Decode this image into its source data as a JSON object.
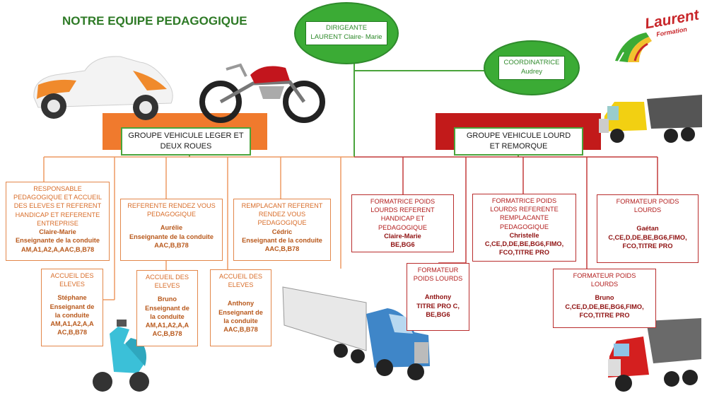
{
  "title": "NOTRE EQUIPE PEDAGOGIQUE",
  "dirigeante": {
    "role": "DIRIGEANTE",
    "name": "LAURENT Claire- Marie"
  },
  "coordinatrice": {
    "role": "COORDINATRICE",
    "name": "Audrey"
  },
  "logo": {
    "word": "Laurent",
    "sub": "Formation"
  },
  "groups": {
    "leger": {
      "line1": "GROUPE VEHICULE LEGER ET",
      "line2": "DEUX ROUES"
    },
    "lourd": {
      "line1": "GROUPE VEHICULE LOURD",
      "line2": "ET REMORQUE"
    }
  },
  "colors": {
    "orange": "#f07a2d",
    "red": "#c21a1a",
    "green": "#3bab35"
  },
  "cards": {
    "resp": {
      "l1": "RESPONSABLE",
      "l2": "PEDAGOGIQUE ET ACCUEIL",
      "l3": "DES ELEVES ET REFERENT",
      "l4": "HANDICAP ET REFERENTE",
      "l5": "ENTREPRISE",
      "name": "Claire-Marie",
      "job": "Enseignante de la conduite",
      "perm": "AM,A1,A2,A,AAC,B,B78"
    },
    "rdv": {
      "l1": "REFERENTE RENDEZ VOUS",
      "l2": "PEDAGOGIQUE",
      "name": "Aurélie",
      "job": "Enseignante de la conduite",
      "perm": "AAC,B,B78"
    },
    "remp": {
      "l1": "REMPLACANT REFERENT",
      "l2": "RENDEZ VOUS",
      "l3": "PEDAGOGIQUE",
      "name": "Cédric",
      "job": "Enseignant de la conduite",
      "perm": "AAC,B,B78"
    },
    "acc1": {
      "l1": "ACCUEIL DES",
      "l2": "ELEVES",
      "name": "Stéphane",
      "j1": "Enseignant de",
      "j2": "la conduite",
      "p1": "AM,A1,A2,A,A",
      "p2": "AC,B,B78"
    },
    "acc2": {
      "l1": "ACCUEIL DES",
      "l2": "ELEVES",
      "name": "Bruno",
      "j1": "Enseignant de",
      "j2": "la conduite",
      "p1": "AM,A1,A2,A,A",
      "p2": "AC,B,B78"
    },
    "acc3": {
      "l1": "ACCUEIL DES",
      "l2": "ELEVES",
      "name": "Anthony",
      "j1": "Enseignant de",
      "j2": "la conduite",
      "perm": "AAC,B,B78"
    },
    "fpl1": {
      "l1": "FORMATRICE POIDS",
      "l2": "LOURDS REFERENT",
      "l3": "HANDICAP ET",
      "l4": "PEDAGOGIQUE",
      "name": "Claire-Marie",
      "perm": "BE,BG6"
    },
    "fpl2": {
      "l1": "FORMATRICE POIDS",
      "l2": "LOURDS REFERENTE",
      "l3": "REMPLACANTE",
      "l4": "PEDAGOGIQUE",
      "name": "Christelle",
      "p1": "C,CE,D,DE,BE,BG6,FIMO,",
      "p2": "FCO,TITRE PRO"
    },
    "fpl3": {
      "l1": "FORMATEUR POIDS",
      "l2": "LOURDS",
      "name": "Gaétan",
      "p1": "C,CE,D,DE,BE,BG6,FIMO,",
      "p2": "FCO,TITRE PRO"
    },
    "fpl4": {
      "l1": "FORMATEUR",
      "l2": "POIDS LOURDS",
      "name": "Anthony",
      "p1": "TITRE PRO C,",
      "p2": "BE,BG6"
    },
    "fpl5": {
      "l1": "FORMATEUR POIDS",
      "l2": "LOURDS",
      "name": "Bruno",
      "p1": "C,CE,D,DE,BE,BG6,FIMO,",
      "p2": "FCO,TITRE PRO"
    }
  }
}
